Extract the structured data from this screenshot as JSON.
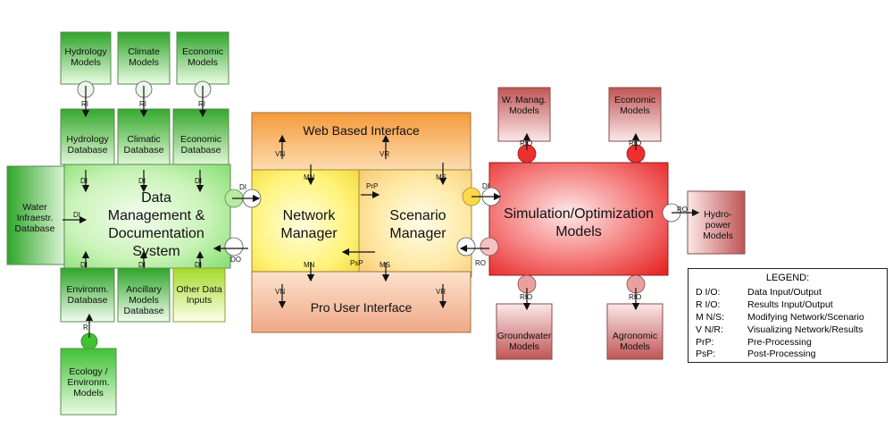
{
  "diagram": {
    "top_models": {
      "hydrology": "Hydrology Models",
      "climate": "Climate Models",
      "economic": "Economic Models"
    },
    "databases": {
      "hydrology": "Hydrology Database",
      "climatic": "Climatic Database",
      "economic": "Economic Database",
      "water_infra": "Water Infraestr. Database",
      "environm": "Environm. Database",
      "ancillary": "Ancillary Models Database",
      "other": "Other Data Inputs"
    },
    "data_mgmt": "Data Management & Documentation System",
    "ecology": "Ecology / Environm. Models",
    "web_interface": "Web Based Interface",
    "pro_interface": "Pro User Interface",
    "network_manager": "Network Manager",
    "scenario_manager": "Scenario Manager",
    "simulation": "Simulation/Optimization Models",
    "right_models": {
      "w_manag": "W. Manag. Models",
      "economic": "Economic Models",
      "hydropower": "Hydro-power Models",
      "groundwater": "Groundwater Models",
      "agronomic": "Agronomic Models"
    },
    "connectors": {
      "ri": "RI",
      "di": "DI",
      "do": "DO",
      "ro": "RO",
      "rio": "RIO",
      "vn": "VN",
      "vr": "VR",
      "mn": "MN",
      "ms": "MS",
      "prp": "PrP",
      "psp": "PsP"
    },
    "colors": {
      "green": "#3fb72f",
      "light_green": "#c8f2b5",
      "yellow": "#fff24a",
      "orange": "#f5a23c",
      "red": "#ee2f2f",
      "maroon": "#c56a6a"
    }
  },
  "legend": {
    "title": "LEGEND:",
    "rows": [
      {
        "key": "D I/O:",
        "value": "Data Input/Output"
      },
      {
        "key": "R I/O:",
        "value": "Results Input/Output"
      },
      {
        "key": "M N/S:",
        "value": "Modifying Network/Scenario"
      },
      {
        "key": "V N/R:",
        "value": "Visualizing Network/Results"
      },
      {
        "key": "PrP:",
        "value": "Pre-Processing"
      },
      {
        "key": "PsP:",
        "value": "Post-Processing"
      }
    ]
  }
}
